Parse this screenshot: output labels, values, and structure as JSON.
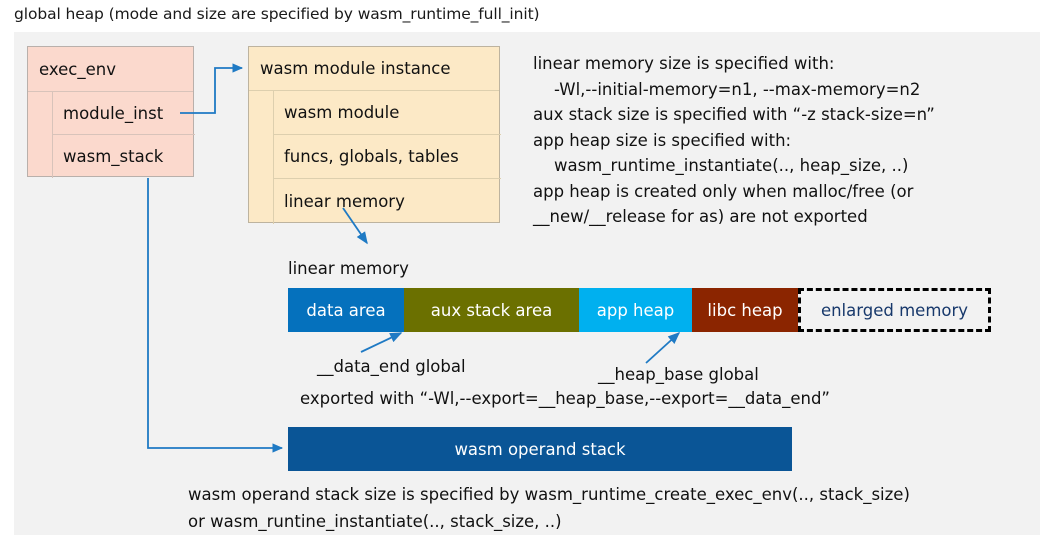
{
  "title": "global heap (mode and size are specified by wasm_runtime_full_init)",
  "colors": {
    "panel_bg": "#f2f2f2",
    "exec_env_fill": "#fbd9cd",
    "module_instance_fill": "#fce9c6",
    "connector_blue": "#1f7ac4",
    "data_area": "#0571bd",
    "aux_stack_area": "#6b7000",
    "app_heap": "#00b0ef",
    "libc_heap": "#8b2500",
    "enlarged_memory_text": "#17386b",
    "operand_stack": "#0a5596"
  },
  "exec_env": {
    "header": "exec_env",
    "rows": [
      {
        "label": "module_inst"
      },
      {
        "label": "wasm_stack"
      }
    ]
  },
  "module_instance": {
    "header": "wasm module instance",
    "rows": [
      {
        "label": "wasm module"
      },
      {
        "label": "funcs, globals, tables"
      },
      {
        "label": "linear memory"
      }
    ]
  },
  "notes": {
    "right": "linear memory size is specified with:\n    -Wl,--initial-memory=n1, --max-memory=n2\naux stack size is specified with “-z stack-size=n”\napp heap size is specified with:\n    wasm_runtime_instantiate(.., heap_size, ..)\napp heap is created only when malloc/free (or\n__new/__release for as) are not exported",
    "bottom": "wasm operand stack size is specified by wasm_runtime_create_exec_env(.., stack_size)\nor wasm_runtine_instantiate(.., stack_size, ..)"
  },
  "linear_memory": {
    "label": "linear memory",
    "segments": [
      {
        "label": "data area",
        "color": "#0571bd",
        "width": 116
      },
      {
        "label": "aux stack area",
        "color": "#6b7000",
        "width": 175
      },
      {
        "label": "app heap",
        "color": "#00b0ef",
        "width": 113
      },
      {
        "label": "libc heap",
        "color": "#8b2500",
        "width": 106
      },
      {
        "label": "enlarged memory",
        "color": "#f2f2f2",
        "width": 193
      }
    ]
  },
  "annotations": {
    "data_end": "__data_end global",
    "heap_base": "__heap_base global",
    "exported_with": "exported with “-Wl,--export=__heap_base,--export=__data_end”"
  },
  "operand_stack": {
    "label": "wasm operand stack"
  }
}
